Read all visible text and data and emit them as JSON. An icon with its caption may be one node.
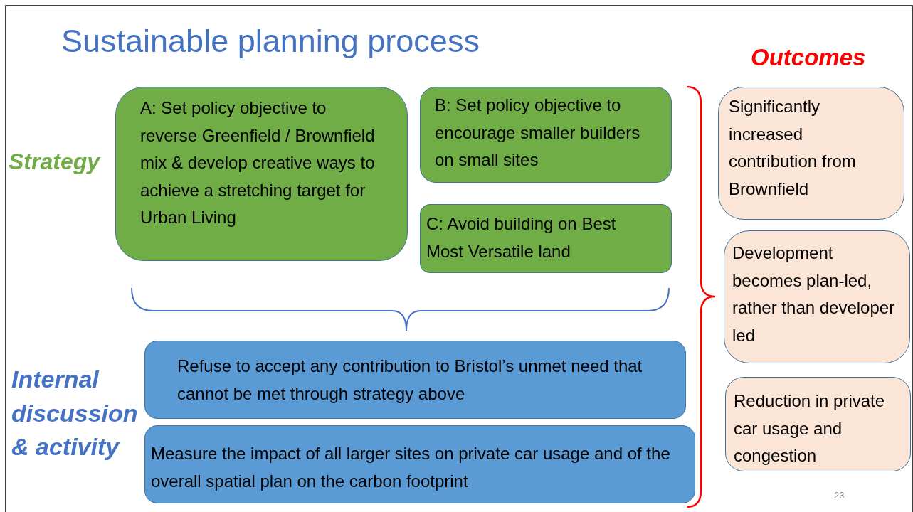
{
  "diagram": {
    "title": "Sustainable planning process",
    "nodes": [
      {
        "text": [
          "A: Set policy objective to reverse Greenfield / Brownfield mix & develop creative ways to achieve a stretching target for Urban Living"
        ]
      },
      {
        "text": [
          "B: Set policy objective to encourage smaller builders on small sites"
        ]
      },
      {
        "text": [
          "C: Avoid building on Best Most Versatile land"
        ]
      },
      {
        "text": [
          "Refuse to accept any contribution to Bristol’s unmet need that cannot be met through strategy above"
        ]
      },
      {
        "text": [
          "Measure the impact of all larger sites on private car usage and of the overall spatial plan on the carbon footprint"
        ]
      },
      {
        "text": [
          "Significantly increased contribution from Brownfield"
        ]
      },
      {
        "text": [
          "Development becomes plan-led, rather than developer led"
        ]
      },
      {
        "text": [
          "Reduction in private car usage and congestion"
        ]
      }
    ],
    "labels": [
      "Outcomes",
      "Strategy",
      "Internal discussion & activity",
      "23"
    ]
  }
}
